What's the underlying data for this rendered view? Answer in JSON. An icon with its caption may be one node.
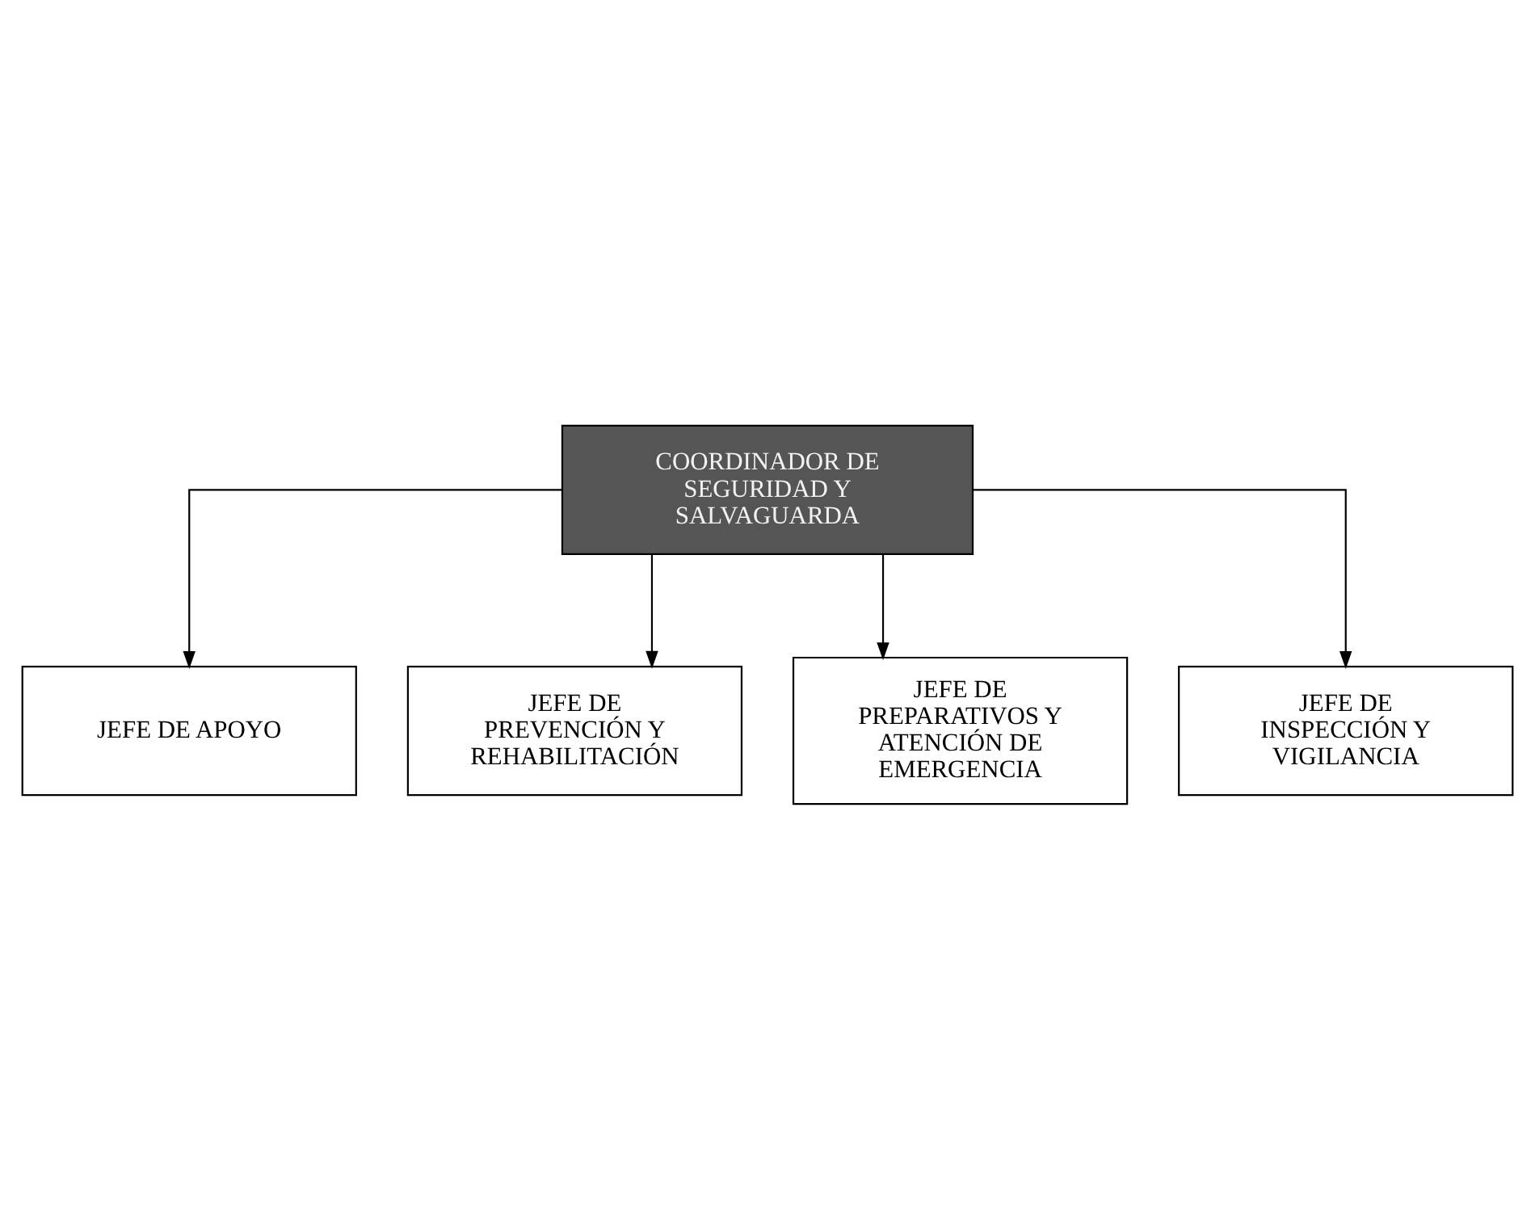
{
  "diagram": {
    "nodes": [
      {
        "text": [
          "COORDINADOR DE SEGURIDAD Y SALVAGUARDA"
        ]
      },
      {
        "text": [
          "JEFE DE APOYO"
        ]
      },
      {
        "text": [
          "JEFE DE PREVENCIÓN Y REHABILITACIÓN"
        ]
      },
      {
        "text": [
          "JEFE DE PREPARATIVOS Y ATENCIÓN DE EMERGENCIA"
        ]
      },
      {
        "text": [
          "JEFE DE INSPECCIÓN Y VIGILANCIA"
        ]
      }
    ],
    "edges": [
      {
        "from": 0,
        "to": 1,
        "arrow": "to"
      },
      {
        "from": 0,
        "to": 2,
        "arrow": "to"
      },
      {
        "from": 0,
        "to": 3,
        "arrow": "to"
      },
      {
        "from": 0,
        "to": 4,
        "arrow": "to"
      }
    ]
  }
}
